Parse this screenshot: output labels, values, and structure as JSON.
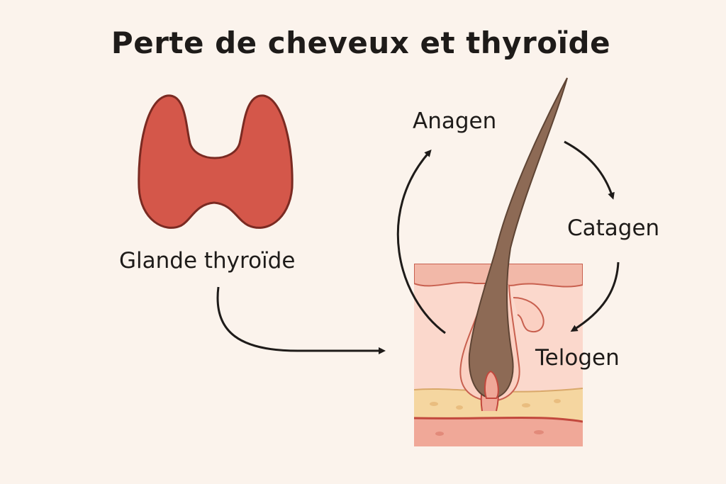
{
  "title": "Perte de cheveux et thyroïde",
  "labels": {
    "gland": "Glande thyroïde",
    "anagen": "Anagen",
    "catagen": "Catagen",
    "telogen": "Telogen"
  },
  "colors": {
    "background": "#fbf3ec",
    "thyroid_fill": "#d4574a",
    "thyroid_stroke": "#7a2a22",
    "hair": "#8d6a55",
    "skin_top": "#f2b8a8",
    "fat_layer": "#f5d6a0",
    "dermis": "#f0a898",
    "arrow": "#1e1b19"
  },
  "icons": {
    "thyroid": "thyroid-gland-icon",
    "skin": "skin-cross-section-with-hair-follicle",
    "cycle_arrows": "curved-arrow-icons"
  }
}
